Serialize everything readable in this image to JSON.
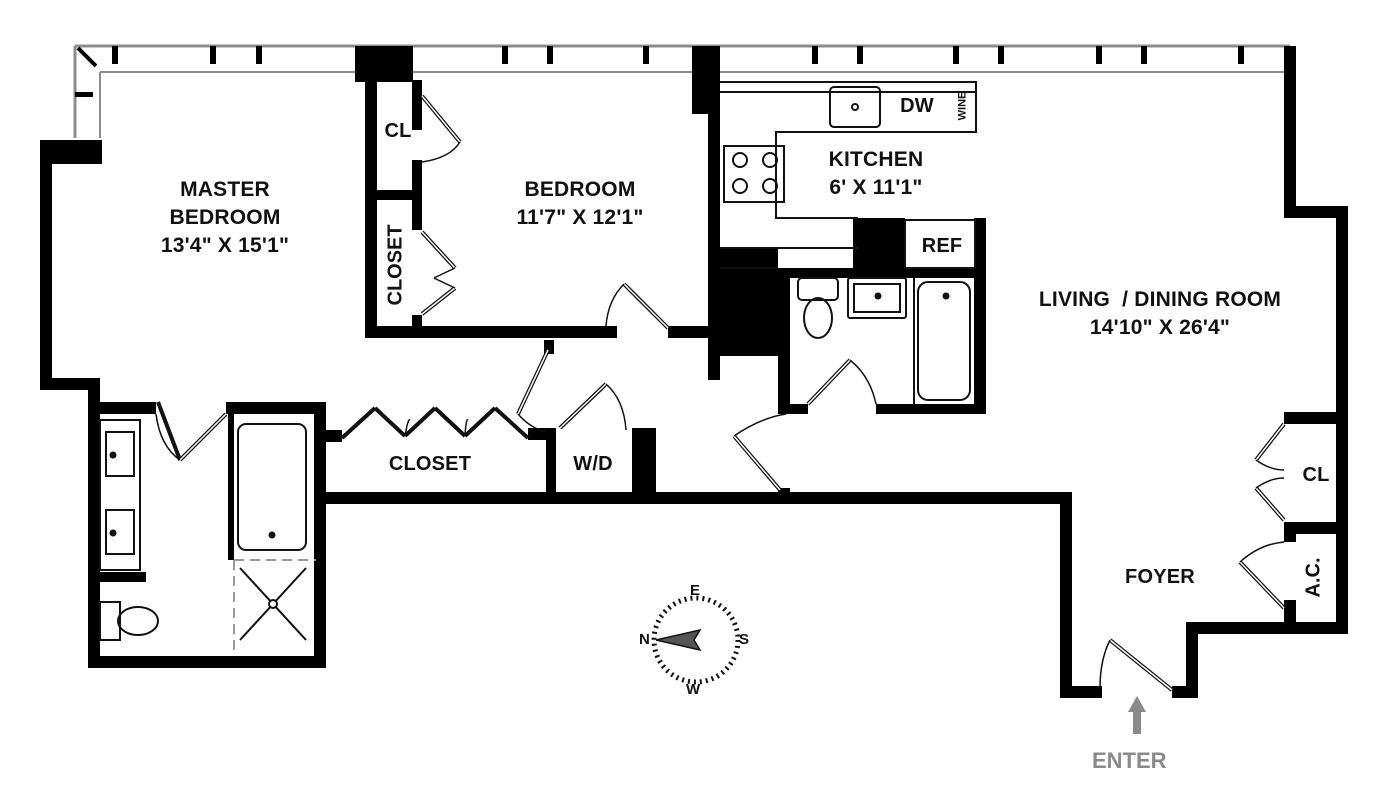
{
  "floorplan": {
    "rooms": {
      "master_bedroom": {
        "name_line1": "MASTER",
        "name_line2": "BEDROOM",
        "dimensions": "13'4\" X 15'1\""
      },
      "bedroom": {
        "name": "BEDROOM",
        "dimensions": "11'7\" X 12'1\""
      },
      "kitchen": {
        "name": "KITCHEN",
        "dimensions": "6' X 11'1\""
      },
      "living_dining": {
        "name": "LIVING  / DINING ROOM",
        "dimensions": "14'10\" X 26'4\""
      },
      "foyer": {
        "name": "FOYER"
      }
    },
    "closets": {
      "bedroom_cl": "CL",
      "bedroom_closet": "CLOSET",
      "hall_closet": "CLOSET",
      "washer_dryer": "W/D",
      "foyer_cl": "CL",
      "ac": "A.C."
    },
    "appliances": {
      "dishwasher": "DW",
      "wine": "WINE",
      "refrigerator": "REF"
    },
    "entrance": {
      "label": "ENTER",
      "arrow_color": "#8a8a8a"
    },
    "compass": {
      "north": "N",
      "east": "E",
      "south": "S",
      "west": "W"
    },
    "colors": {
      "wall": "#000000",
      "window": "#8c8c8c",
      "background": "#ffffff",
      "fixture": "#111111"
    }
  }
}
